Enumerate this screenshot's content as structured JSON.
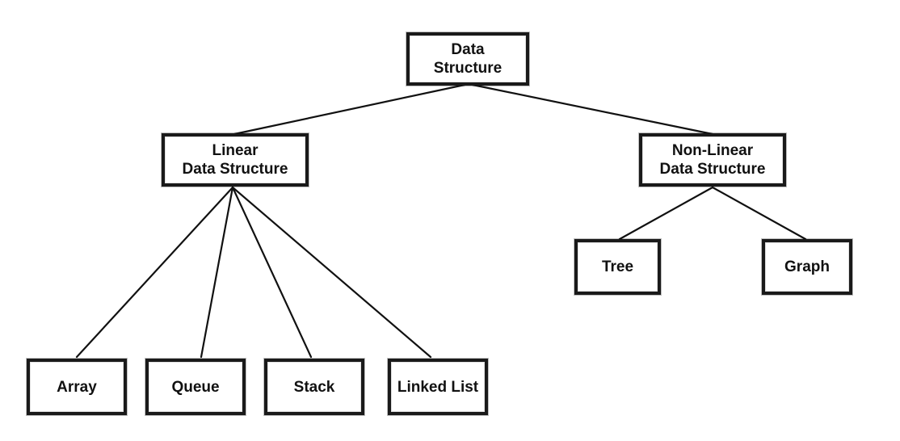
{
  "nodes": {
    "root": "Data\nStructure",
    "linear": "Linear\nData Structure",
    "nonlinear": "Non-Linear\nData Structure",
    "array": "Array",
    "queue": "Queue",
    "stack": "Stack",
    "linked_list": "Linked List",
    "tree": "Tree",
    "graph": "Graph"
  },
  "edges": [
    {
      "from": "root",
      "to": "linear"
    },
    {
      "from": "root",
      "to": "nonlinear"
    },
    {
      "from": "linear",
      "to": "array"
    },
    {
      "from": "linear",
      "to": "queue"
    },
    {
      "from": "linear",
      "to": "stack"
    },
    {
      "from": "linear",
      "to": "linked_list"
    },
    {
      "from": "nonlinear",
      "to": "tree"
    },
    {
      "from": "nonlinear",
      "to": "graph"
    }
  ]
}
